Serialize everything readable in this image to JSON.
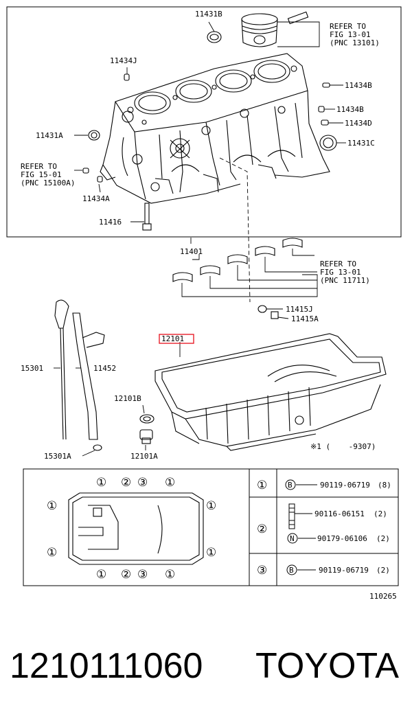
{
  "callouts": {
    "p11431B": "11431B",
    "p11434J": "11434J",
    "p11431A": "11431A",
    "p11434A": "11434A",
    "p11416": "11416",
    "p11434B_1": "11434B",
    "p11434B_2": "11434B",
    "p11434D": "11434D",
    "p11431C": "11431C",
    "p11401": "11401",
    "p11415J": "11415J",
    "p11415A": "11415A",
    "p12101": "12101",
    "p15301": "15301",
    "p11452": "11452",
    "p15301A": "15301A",
    "p12101B": "12101B",
    "p12101A": "12101A"
  },
  "refer_notes": [
    {
      "lines": [
        "REFER TO",
        "FIG 13-01",
        "(PNC 13101)"
      ]
    },
    {
      "lines": [
        "REFER TO",
        "FIG 15-01",
        "(PNC 15100A)"
      ]
    },
    {
      "lines": [
        "REFER TO",
        "FIG 13-01",
        "(PNC 11711)"
      ]
    }
  ],
  "range_note": "※1 (    -9307)",
  "highlight_color": "#e8202a",
  "legend": {
    "rows": [
      {
        "index": "①",
        "items": [
          {
            "badge": "B",
            "part": "90119-06719",
            "qty": "(8)"
          }
        ]
      },
      {
        "index": "②",
        "items": [
          {
            "badge": "",
            "part": "90116-06151",
            "qty": "(2)"
          },
          {
            "badge": "N",
            "part": "90179-06106",
            "qty": "(2)"
          }
        ]
      },
      {
        "index": "③",
        "items": [
          {
            "badge": "B",
            "part": "90119-06719",
            "qty": "(2)"
          }
        ]
      }
    ]
  },
  "pan_bolt_marks": {
    "top": [
      "①",
      "②",
      "③",
      "①"
    ],
    "bottom": [
      "①",
      "②",
      "③",
      "①"
    ],
    "left": [
      "①",
      "①"
    ],
    "right": [
      "①",
      "①"
    ]
  },
  "figure_number": "110265",
  "part_number": "1210111060",
  "brand": "TOYOTA"
}
